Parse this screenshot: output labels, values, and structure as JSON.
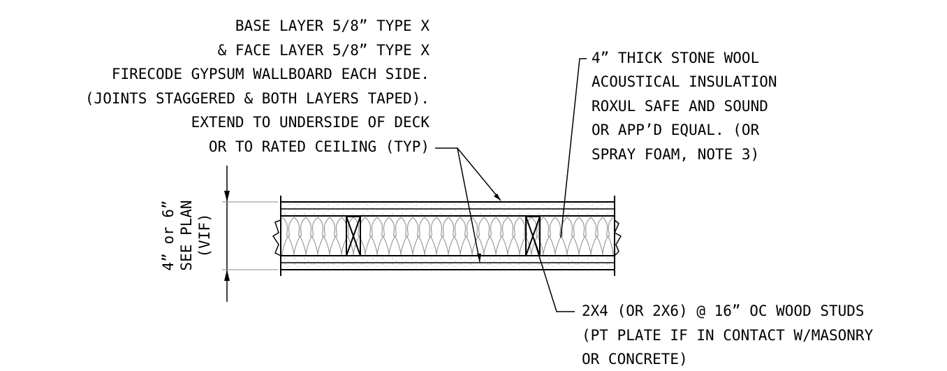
{
  "left_note": {
    "lines": [
      "BASE LAYER 5/8” TYPE X",
      "& FACE LAYER 5/8” TYPE X",
      "FIRECODE GYPSUM WALLBOARD EACH SIDE.",
      "(JOINTS STAGGERED & BOTH LAYERS TAPED).",
      "EXTEND TO UNDERSIDE OF DECK",
      "OR TO RATED CEILING (TYP)"
    ]
  },
  "right_note": {
    "lines": [
      "4” THICK STONE WOOL",
      "ACOUSTICAL INSULATION",
      "ROXUL SAFE AND SOUND",
      "OR APP’D EQUAL. (OR",
      "SPRAY FOAM, NOTE 3)"
    ]
  },
  "stud_note": {
    "lines": [
      "2X4 (OR 2X6) @ 16” OC WOOD STUDS",
      "(PT PLATE IF IN CONTACT W/MASONRY",
      "OR CONCRETE)"
    ]
  },
  "dimension": {
    "lines": [
      "4” or 6”",
      "SEE PLAN",
      "(VIF)"
    ]
  },
  "colors": {
    "ink": "#000000",
    "hatch": "#9a9a9a",
    "background": "#ffffff"
  }
}
